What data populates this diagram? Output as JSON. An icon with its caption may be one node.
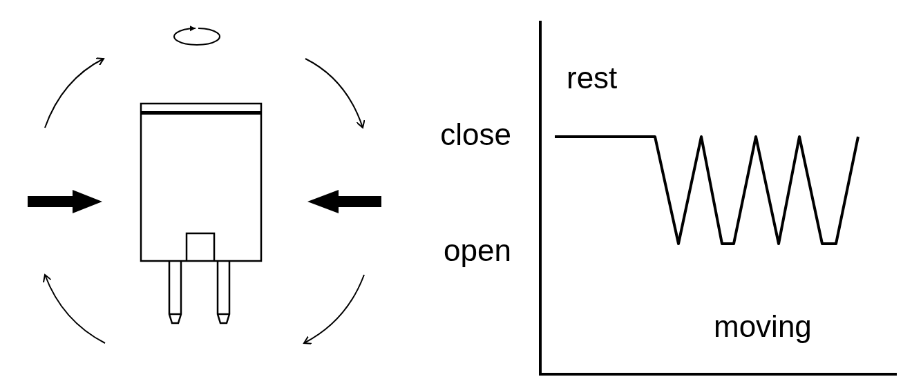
{
  "diagram": {
    "labels": [
      "rest",
      "close",
      "open",
      "moving"
    ]
  }
}
